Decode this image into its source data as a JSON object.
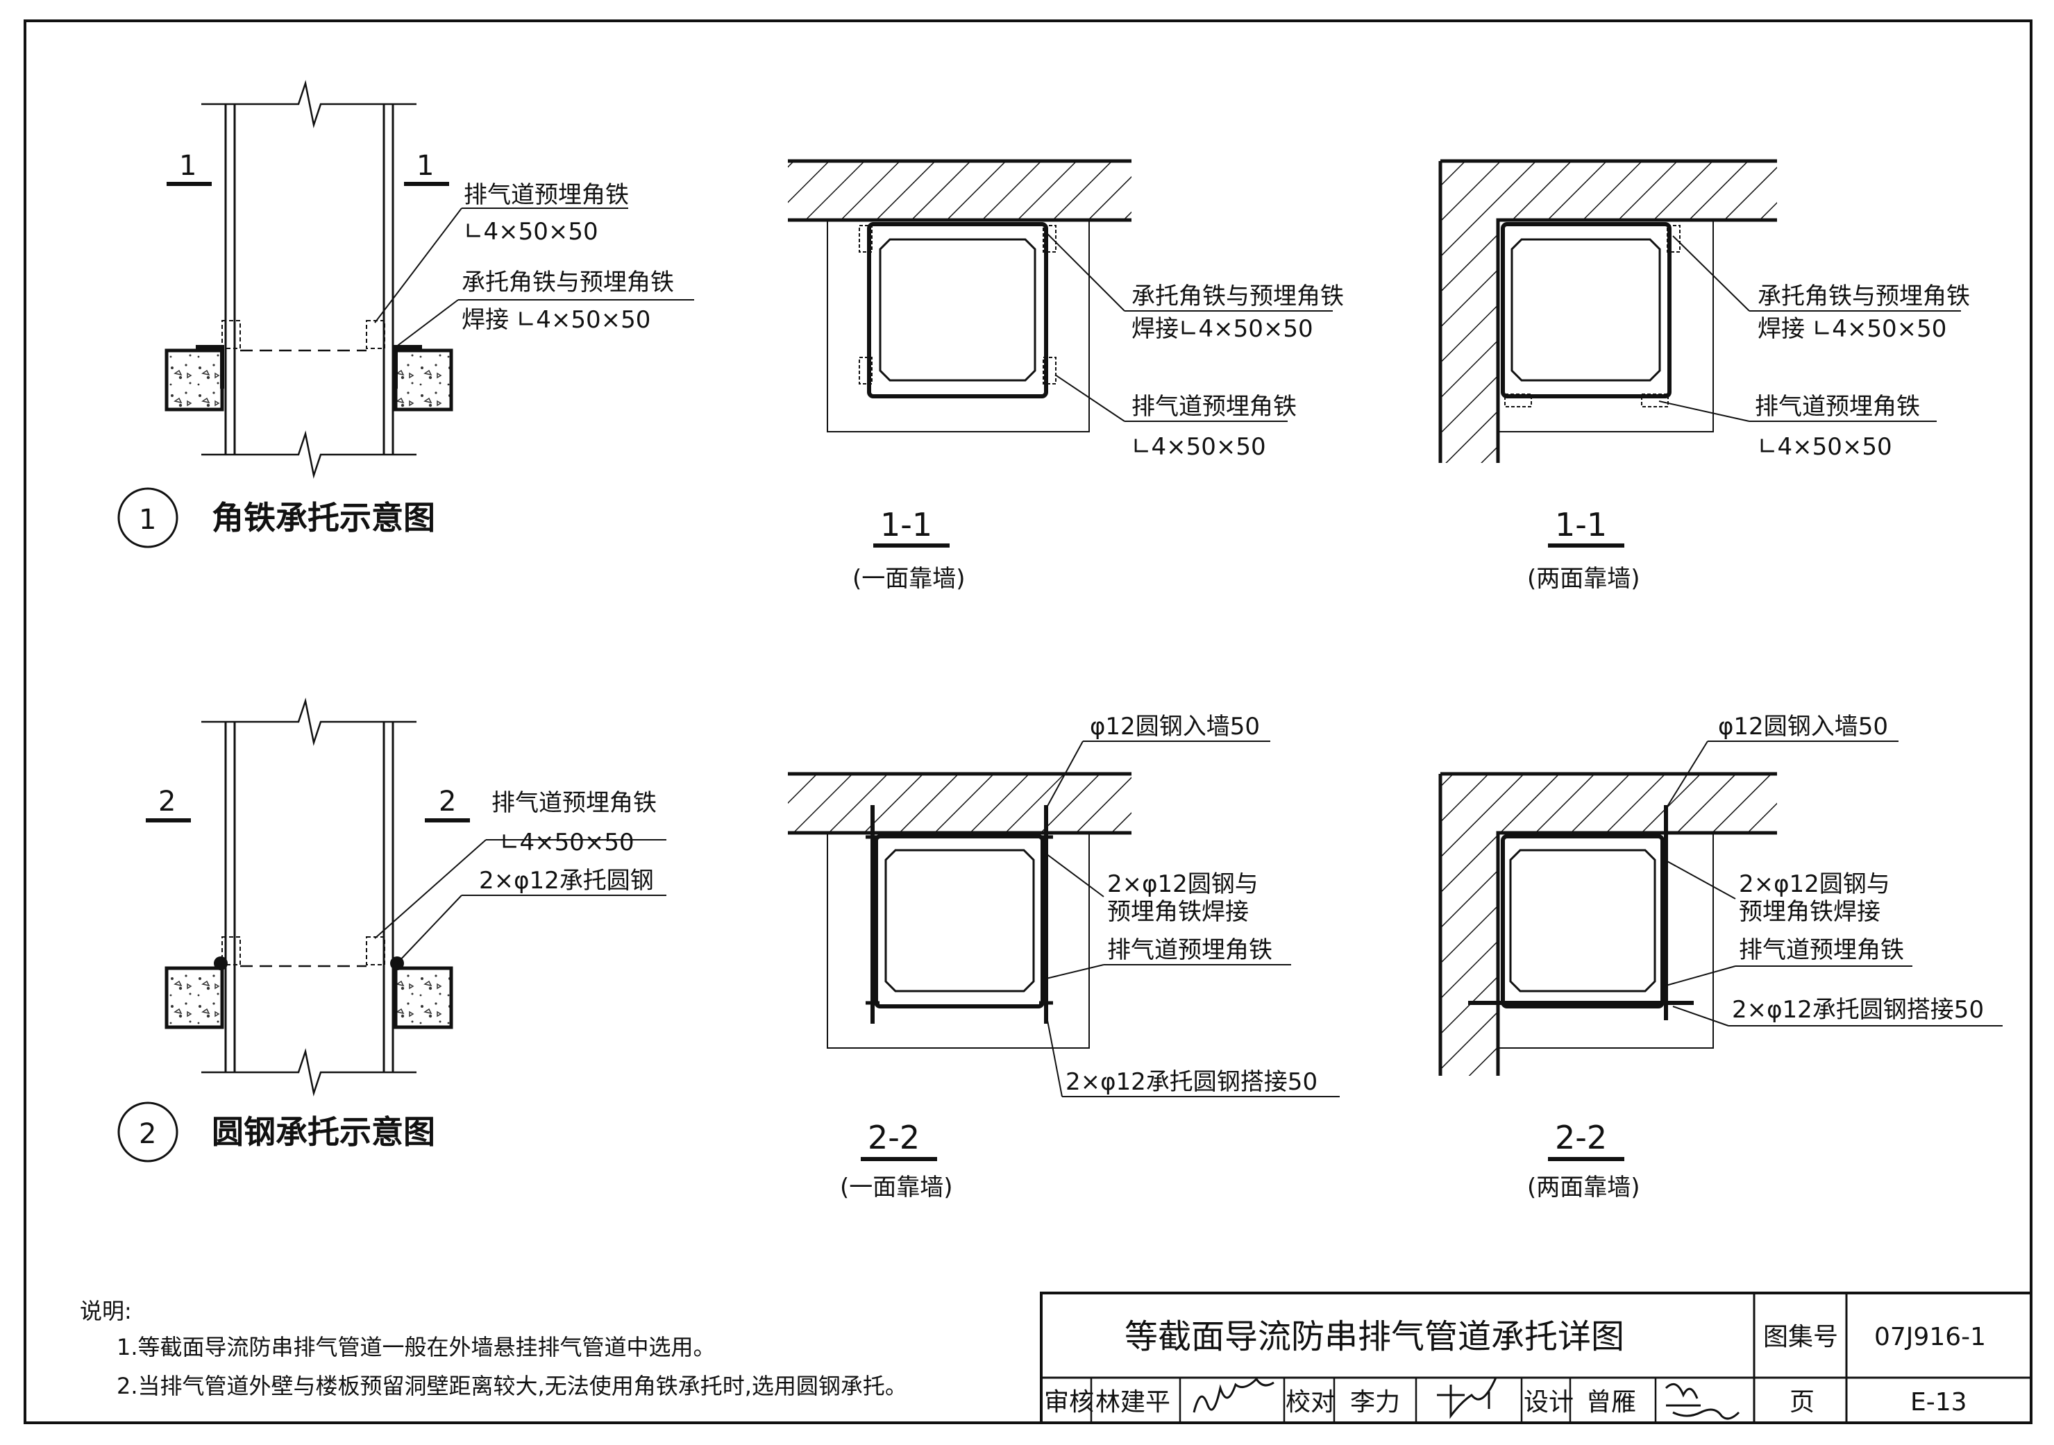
{
  "detail1": {
    "marks": [
      "1",
      "1"
    ],
    "leader_top": "排气道预埋角铁",
    "leader_top_size": "∟4×50×50",
    "leader_bottom": "承托角铁与预埋角铁",
    "leader_bottom_size": "焊接 ∟4×50×50",
    "circle": "1",
    "title": "角铁承托示意图"
  },
  "detail2": {
    "marks": [
      "2",
      "2"
    ],
    "leader_a": "排气道预埋角铁",
    "leader_a_size": "∟4×50×50",
    "leader_b": "2×φ12承托圆钢",
    "circle": "2",
    "title": "圆钢承托示意图"
  },
  "sec11_one": {
    "l1": "承托角铁与预埋角铁",
    "l2": "焊接∟4×50×50",
    "l3": "排气道预埋角铁",
    "l4": "∟4×50×50",
    "title": "1-1",
    "sub": "(一面靠墙)"
  },
  "sec11_two": {
    "l1": "承托角铁与预埋角铁",
    "l2": "焊接 ∟4×50×50",
    "l3": "排气道预埋角铁",
    "l4": "∟4×50×50",
    "title": "1-1",
    "sub": "(两面靠墙)"
  },
  "sec22_one": {
    "l1": "φ12圆钢入墙50",
    "l2": "2×φ12圆钢与",
    "l3": "预埋角铁焊接",
    "l4": "排气道预埋角铁",
    "l5": "2×φ12承托圆钢搭接50",
    "title": "2-2",
    "sub": "(一面靠墙)"
  },
  "sec22_two": {
    "l1": "φ12圆钢入墙50",
    "l2": "2×φ12圆钢与",
    "l3": "预埋角铁焊接",
    "l4": "排气道预埋角铁",
    "l5": "2×φ12承托圆钢搭接50",
    "title": "2-2",
    "sub": "(两面靠墙)"
  },
  "notes": {
    "heading": "说明:",
    "items": [
      "1.等截面导流防串排气管道一般在外墙悬挂排气管道中选用。",
      "2.当排气管道外壁与楼板预留洞壁距离较大,无法使用角铁承托时,选用圆钢承托。"
    ]
  },
  "title_block": {
    "drawing_title": "等截面导流防串排气管道承托详图",
    "atlas_label": "图集号",
    "atlas_no": "07J916-1",
    "review_label": "审核",
    "review_name": "林建平",
    "check_label": "校对",
    "check_name": "李力",
    "design_label": "设计",
    "design_name": "曾雁",
    "page_label": "页",
    "page_no": "E-13"
  }
}
